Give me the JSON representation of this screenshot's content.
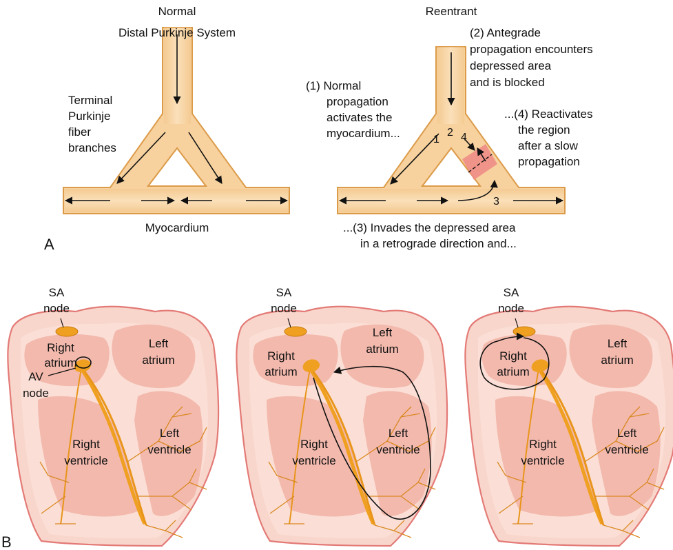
{
  "panel_a": {
    "letter": "A",
    "normal": {
      "title": "Normal",
      "source": "Distal Purkinje System",
      "branches": [
        "Terminal",
        "Purkinje",
        "fiber",
        "branches"
      ],
      "tissue": "Myocardium"
    },
    "reentrant": {
      "title": "Reentrant",
      "step1": [
        "(1) Normal",
        "propagation",
        "activates the",
        "myocardium..."
      ],
      "step2": [
        "(2) Antegrade",
        "propagation encounters",
        "depressed area",
        "and is blocked"
      ],
      "step3": [
        "...(3) Invades the depressed area",
        "in a retrograde direction and..."
      ],
      "step4": [
        "...(4) Reactivates",
        "the region",
        "after a slow",
        "propagation"
      ],
      "marks": [
        "1",
        "2",
        "4",
        "3"
      ]
    }
  },
  "panel_b": {
    "letter": "B",
    "hearts": [
      {
        "sa": [
          "SA",
          "node"
        ],
        "ra": [
          "Right",
          "atrium"
        ],
        "la": [
          "Left",
          "atrium"
        ],
        "av": [
          "AV",
          "node"
        ],
        "rv": [
          "Right",
          "ventricle"
        ],
        "lv": [
          "Left",
          "ventricle"
        ]
      },
      {
        "sa": [
          "SA",
          "node"
        ],
        "ra": [
          "Right",
          "atrium"
        ],
        "la": [
          "Left",
          "atrium"
        ],
        "rv": [
          "Right",
          "ventricle"
        ],
        "lv": [
          "Left",
          "ventricle"
        ]
      },
      {
        "sa": [
          "SA",
          "node"
        ],
        "ra": [
          "Right",
          "atrium"
        ],
        "la": [
          "Left",
          "atrium"
        ],
        "rv": [
          "Right",
          "ventricle"
        ],
        "lv": [
          "Left",
          "ventricle"
        ]
      }
    ]
  },
  "colors": {
    "fiber_edge": "#e0a050",
    "fiber_core": "#fbe6c6",
    "heart_fill": "#f8d2c8",
    "heart_edge": "#e37a76",
    "chamber": "#f2b2a8",
    "conduction": "#f0a020",
    "depressed": "#ef8a86"
  }
}
